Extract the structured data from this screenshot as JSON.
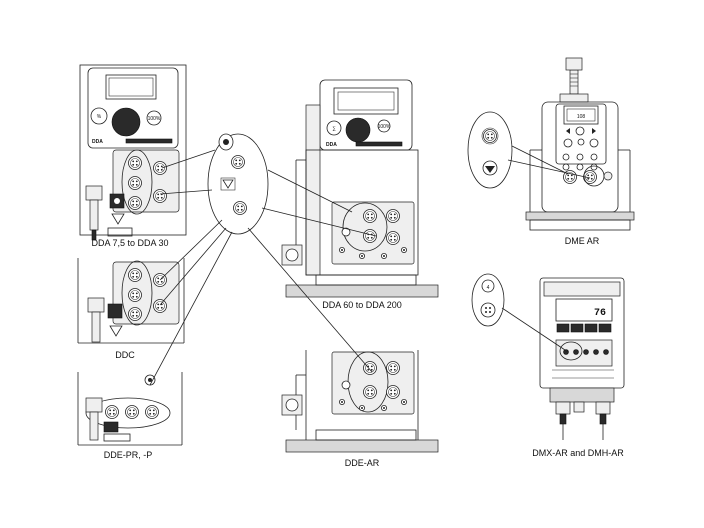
{
  "labels": {
    "dda_small": "DDA 7,5 to DDA 30",
    "ddc": "DDC",
    "dde_pr": "DDE-PR, -P",
    "dda_large": "DDA 60 to DDA 200",
    "dde_ar": "DDE-AR",
    "dme_ar": "DME AR",
    "dmx_dmh": "DMX-AR and DMH-AR"
  },
  "device_text": {
    "dda_brand": "DDA",
    "dda_button": "100%",
    "dmx_display": "76",
    "callout_number": "4"
  }
}
